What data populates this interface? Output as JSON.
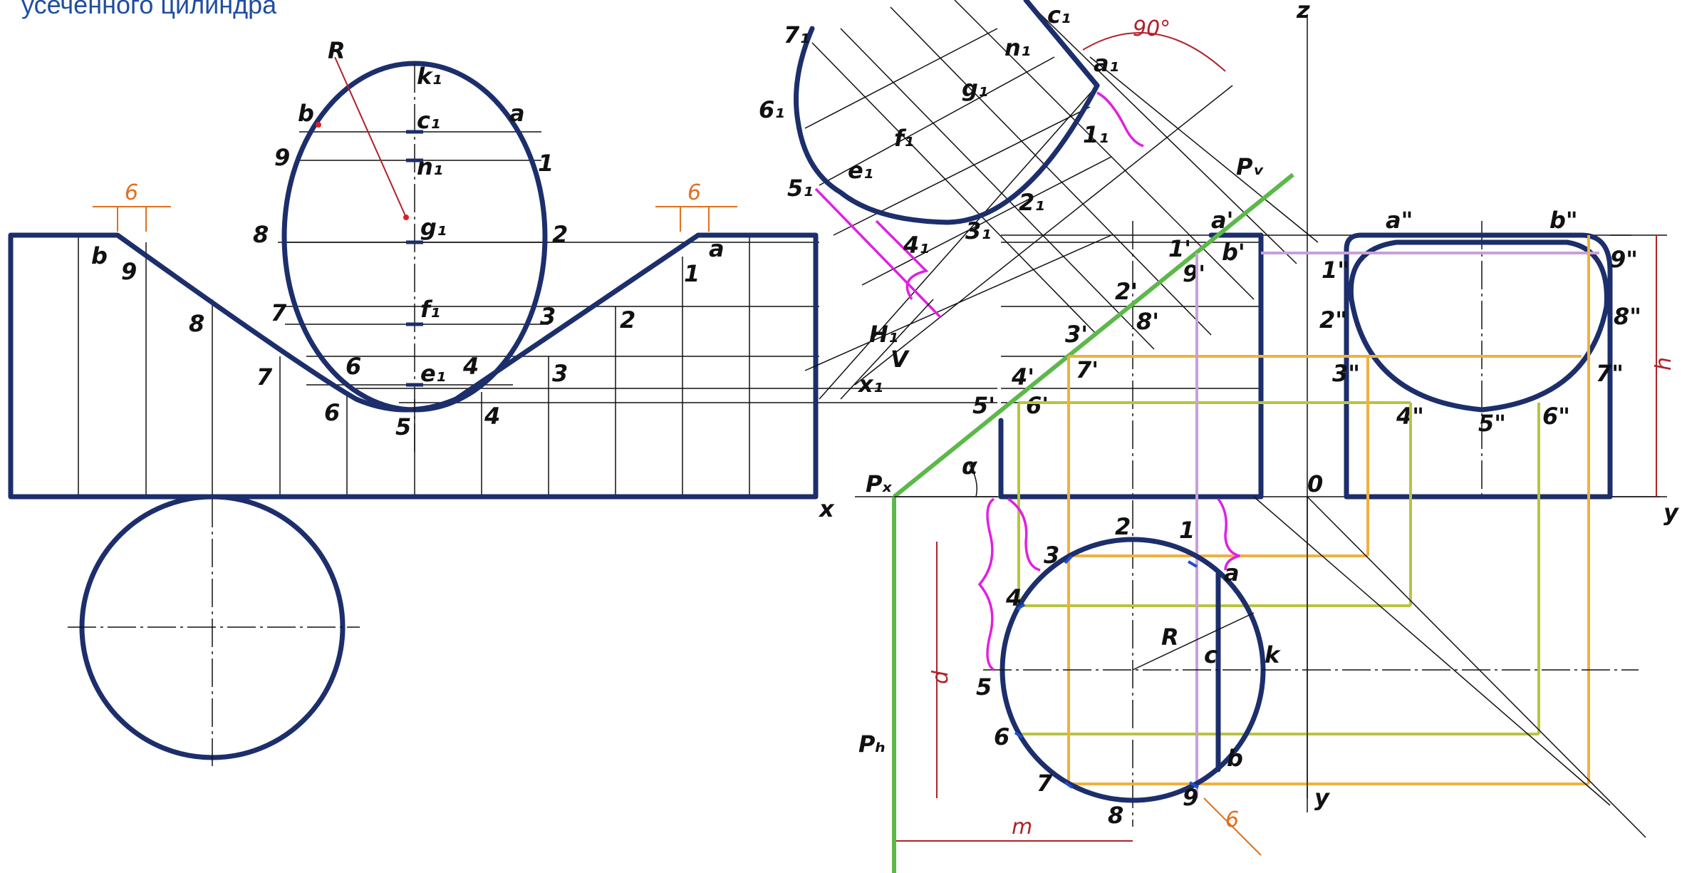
{
  "title_fragment": "усеченного цилиндра",
  "labels": {
    "R": "R",
    "k1": "k₁",
    "b": "b",
    "a": "a",
    "c1": "c₁",
    "n1": "n₁",
    "g1": "g₁",
    "f1": "f₁",
    "e1": "e₁",
    "n9": "9",
    "n8": "8",
    "n7": "7",
    "n6": "6",
    "n5": "5",
    "n4": "4",
    "n3": "3",
    "n2": "2",
    "n1b": "1",
    "d6": "6",
    "x": "x",
    "y": "y",
    "z": "z",
    "o": "0",
    "p71": "7₁",
    "p61": "6₁",
    "p51": "5₁",
    "p41": "4₁",
    "p31": "3₁",
    "p21": "2₁",
    "p11": "1₁",
    "a1": "a₁",
    "deg90": "90°",
    "Pv": "Pᵥ",
    "Px": "Pₓ",
    "Ph": "Pₕ",
    "H1": "H₁",
    "V": "V",
    "x1": "x₁",
    "alpha": "α",
    "ap": "a'",
    "bp": "b'",
    "p1p": "1'",
    "p9p": "9'",
    "p2p": "2'",
    "p8p": "8'",
    "p3p": "3'",
    "p7p": "7'",
    "p4p": "4'",
    "p5p": "5'",
    "p6p": "6'",
    "app": "a\"",
    "bpp": "b\"",
    "p1pp": "1\"",
    "p9pp": "9\"",
    "p2pp": "2\"",
    "p8pp": "8\"",
    "p3pp": "3\"",
    "p7pp": "7\"",
    "p4pp": "4\"",
    "p5pp": "5\"",
    "p6pp": "6\"",
    "h": "h",
    "d": "d",
    "m": "m",
    "Rc": "R",
    "c": "c",
    "k": "k"
  },
  "colors": {
    "outline": "#1c2e6b",
    "plane": "#5cb84a",
    "bracket": "#e020e0",
    "dimension": "#b0222a",
    "dimension_orange": "#e07020",
    "helper_yellow": "#b8c440",
    "helper_orange": "#f0b040",
    "helper_pink": "#c8a0d8"
  }
}
